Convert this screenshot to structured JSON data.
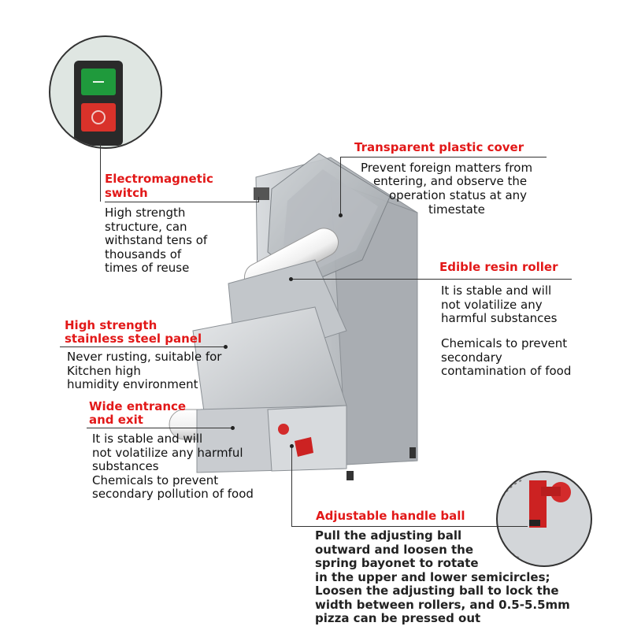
{
  "callouts": {
    "switch": {
      "title_line1": "Electromagnetic",
      "title_line2": "switch",
      "body": "High strength\nstructure, can\nwithstand tens of\nthousands of\ntimes of reuse"
    },
    "cover": {
      "title": "Transparent plastic cover",
      "body_line1": "Prevent foreign matters from",
      "body_line2": "entering, and observe the",
      "body_line3": "operation status at any",
      "body_line4": "timestate"
    },
    "roller": {
      "title": "Edible resin roller",
      "body": "It is stable and will\nnot volatilize any\nharmful substances",
      "body2": "Chemicals to prevent\nsecondary\ncontamination of food"
    },
    "panel": {
      "title_line1": "High strength",
      "title_line2": "stainless steel panel",
      "body": "Never rusting, suitable for\nKitchen high\nhumidity environment"
    },
    "entrance": {
      "title_line1": "Wide entrance",
      "title_line2": "and exit",
      "body": "It is stable and will\nnot volatilize any harmful\nsubstances\nChemicals to prevent\nsecondary pollution of food"
    },
    "handle": {
      "title": "Adjustable handle ball",
      "body": "Pull the adjusting ball\noutward and loosen the\nspring bayonet to rotate\nin the upper and lower semicircles;\nLoosen the adjusting ball to lock the\nwidth between rollers, and 0.5-5.5mm\npizza can be pressed out"
    }
  },
  "colors": {
    "accent": "#e21818",
    "steel": "#c9cccf",
    "switch_green": "#1f9a3c",
    "switch_red": "#d9322a"
  },
  "icons": [
    "switch-inset-image",
    "handle-ball-inset-image",
    "dough-press-machine-image"
  ]
}
